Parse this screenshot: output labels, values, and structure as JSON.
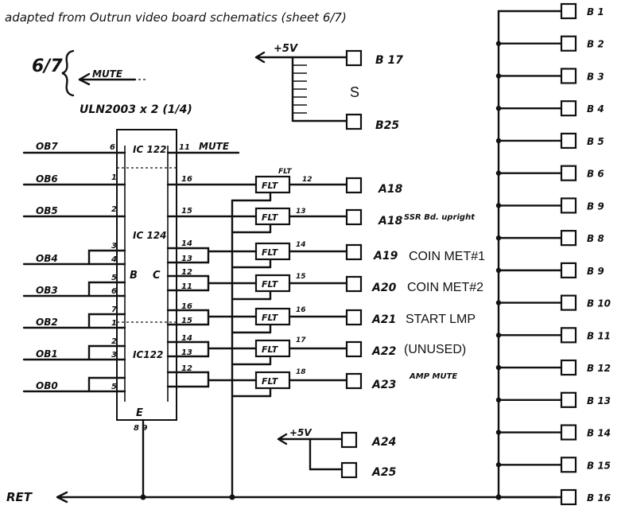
{
  "caption": "adapted from Outrun video board schematics (sheet 6/7)",
  "sheet_ref": {
    "fraction": "6/7",
    "mute_label": "MUTE",
    "chip_label": "ULN2003 x 2 (1/4)"
  },
  "supply": {
    "plus5v_top": "+5V",
    "s_label": "S",
    "pin_b17": "B 17",
    "pin_b25": "B25",
    "plus5v_bottom": "+5V"
  },
  "ic": {
    "top_section": "IC 122",
    "mid_section": "IC 124",
    "bottom_section": "IC122",
    "b_label": "B",
    "c_label": "C",
    "e_label": "E",
    "ground_pins": "8 9",
    "mute_out": "MUTE"
  },
  "inputs": [
    {
      "net": "OB7",
      "pin": "6"
    },
    {
      "net": "OB6",
      "pin": "1"
    },
    {
      "net": "OB5",
      "pin": "2"
    },
    {
      "net": "OB4",
      "pin": "4"
    },
    {
      "net": "OB3",
      "pin": "6"
    },
    {
      "net": "OB2",
      "pin": "1"
    },
    {
      "net": "OB1",
      "pin": "3"
    },
    {
      "net": "OB0",
      "pin": "5"
    }
  ],
  "input_extra_pins": [
    "3",
    "5",
    "7",
    "2"
  ],
  "output_pins": [
    "11",
    "16",
    "15",
    "14",
    "13",
    "12",
    "11",
    "16",
    "15",
    "14",
    "13",
    "12"
  ],
  "filters": [
    {
      "label": "FLT",
      "pin": "12",
      "connector": "A18",
      "note": ""
    },
    {
      "label": "FLT",
      "pin": "13",
      "connector": "A18",
      "note": "SSR Bd. upright"
    },
    {
      "label": "FLT",
      "pin": "14",
      "connector": "A19",
      "note": "COIN MET#1"
    },
    {
      "label": "FLT",
      "pin": "15",
      "connector": "A20",
      "note": "COIN MET#2"
    },
    {
      "label": "FLT",
      "pin": "16",
      "connector": "A21",
      "note": "START LMP"
    },
    {
      "label": "FLT",
      "pin": "17",
      "connector": "A22",
      "note": "(UNUSED)"
    },
    {
      "label": "FLT",
      "pin": "18",
      "connector": "A23",
      "note": "AMP MUTE"
    }
  ],
  "filter_top_label": "FLT",
  "aux_connectors": [
    "A24",
    "A25"
  ],
  "ret_label": "RET",
  "b_connectors": [
    "B 1",
    "B 2",
    "B 3",
    "B 4",
    "B 5",
    "B 6",
    "B 9",
    "B 8",
    "B 9",
    "B 10",
    "B 11",
    "B 12",
    "B 13",
    "B 14",
    "B 15",
    "B 16"
  ]
}
